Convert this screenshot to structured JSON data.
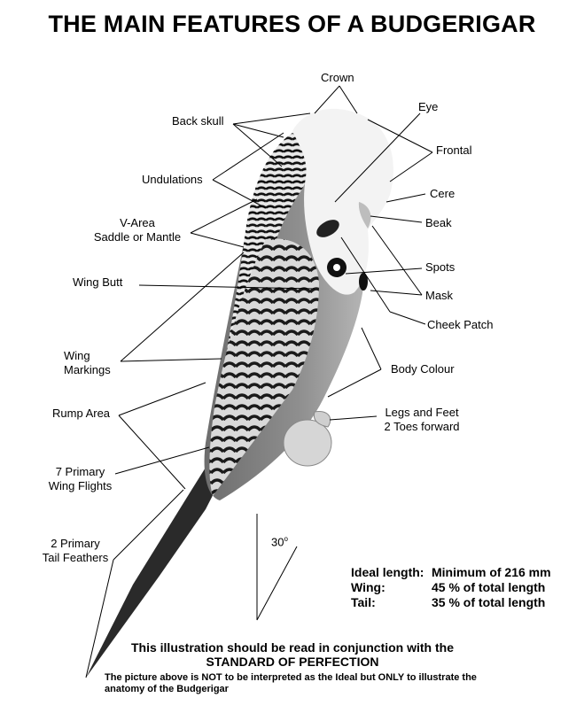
{
  "title": "THE MAIN FEATURES OF A BUDGERIGAR",
  "labels": {
    "crown": "Crown",
    "back_skull": "Back skull",
    "eye": "Eye",
    "frontal": "Frontal",
    "undulations": "Undulations",
    "cere": "Cere",
    "v_area": "V-Area",
    "saddle": "Saddle or Mantle",
    "beak": "Beak",
    "wing_butt": "Wing Butt",
    "spots": "Spots",
    "mask": "Mask",
    "cheek_patch": "Cheek Patch",
    "wing_markings_1": "Wing",
    "wing_markings_2": "Markings",
    "body_colour": "Body Colour",
    "rump_area": "Rump Area",
    "legs_1": "Legs and Feet",
    "legs_2": "2 Toes forward",
    "flights_1": "7 Primary",
    "flights_2": "Wing Flights",
    "tail_1": "2 Primary",
    "tail_2": "Tail Feathers",
    "angle": "30",
    "angle_sup": "o"
  },
  "specs": [
    {
      "key": "Ideal length:",
      "value": "Minimum of 216 mm"
    },
    {
      "key": "Wing:",
      "value": "45 % of total length"
    },
    {
      "key": "Tail:",
      "value": "35 % of total length"
    }
  ],
  "note_line1": "This illustration should be read in conjunction with the",
  "note_line2": "STANDARD OF PERFECTION",
  "disclaimer_1": "The picture above is NOT to be interpreted as the Ideal but ONLY to illustrate the",
  "disclaimer_2": "anatomy of the Budgerigar",
  "colors": {
    "body": "#8c8c8c",
    "mask": "#f2f2f2",
    "wing": "#4a4a4a",
    "background": "#ffffff"
  }
}
